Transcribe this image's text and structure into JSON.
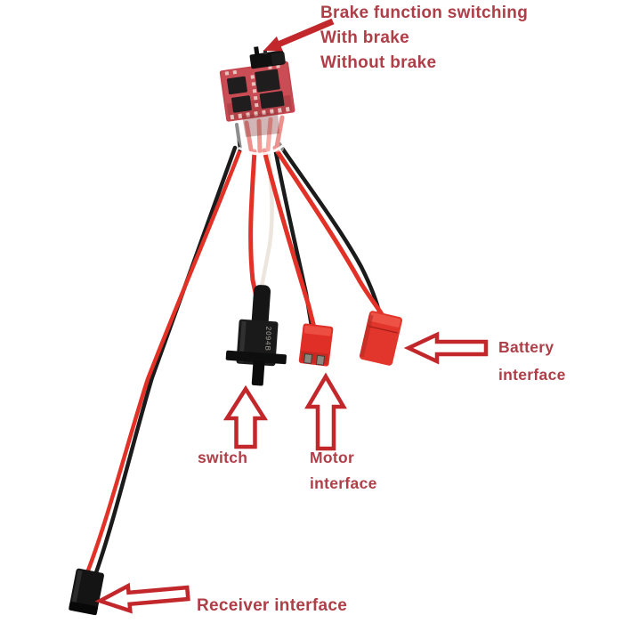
{
  "image": {
    "background_color": "#ffffff"
  },
  "colors": {
    "annotation_text": "#ae3e47",
    "arrow_red": "#c2272c",
    "wire_red": "#e23228",
    "wire_black": "#1b1b1b",
    "pcb_red": "#c4464e",
    "connector_red": "#e2352b"
  },
  "annotations": {
    "brake": {
      "line1": "Brake function switching",
      "line2": "With brake",
      "line3": "Without brake",
      "arrow_icon": "solid-arrow-down-left"
    },
    "battery": {
      "line1": "Battery",
      "line2": "interface",
      "arrow_icon": "outline-arrow-left"
    },
    "switch": {
      "label": "switch",
      "arrow_icon": "outline-arrow-up"
    },
    "motor": {
      "line1": "Motor",
      "line2": "interface",
      "arrow_icon": "outline-arrow-up"
    },
    "receiver": {
      "label": "Receiver interface",
      "arrow_icon": "outline-arrow-left"
    }
  },
  "device": {
    "switch_marking": "2094B",
    "parts": [
      "esc-board",
      "brake-jumper",
      "power-switch",
      "motor-jst-connector",
      "battery-jst-connector",
      "receiver-plug"
    ]
  }
}
